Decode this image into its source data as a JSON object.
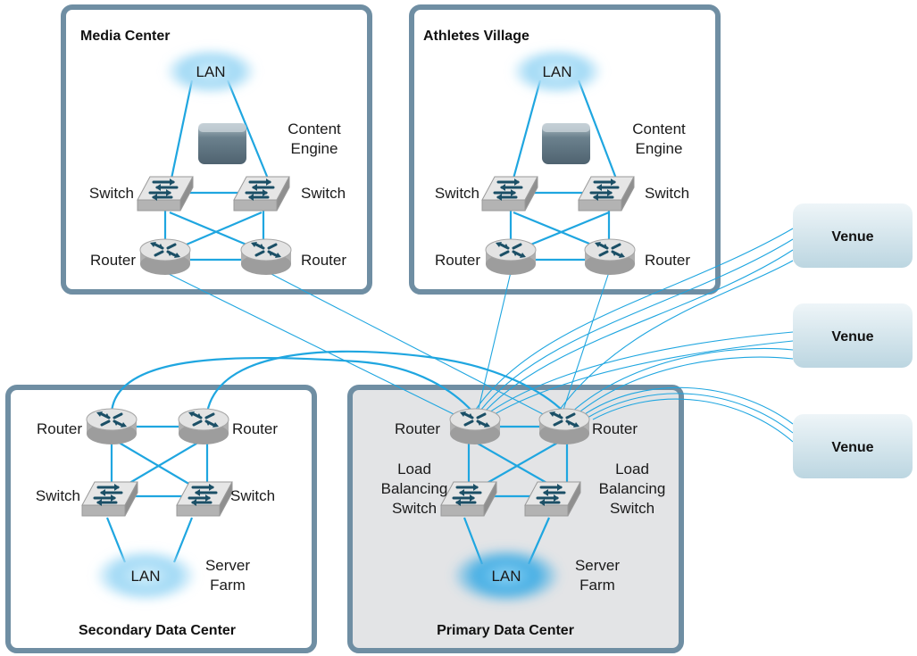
{
  "colors": {
    "link": "#1fa6e0",
    "box_border": "#6f8ea3",
    "primary_fill": "#e3e4e6",
    "venue_fill": "#cfe2ea",
    "cloud": "#8fd3f4",
    "device_top": "#d9d9d9",
    "device_side": "#a9a9a9",
    "device_arrow": "#1b4f66",
    "content_engine": "#5f7683"
  },
  "sites": {
    "media_center": {
      "title": "Media Center",
      "lan": "LAN",
      "content_engine": [
        "Content",
        "Engine"
      ],
      "switch_left": "Switch",
      "switch_right": "Switch",
      "router_left": "Router",
      "router_right": "Router"
    },
    "athletes_village": {
      "title": "Athletes Village",
      "lan": "LAN",
      "content_engine": [
        "Content",
        "Engine"
      ],
      "switch_left": "Switch",
      "switch_right": "Switch",
      "router_left": "Router",
      "router_right": "Router"
    },
    "secondary_dc": {
      "title": "Secondary Data Center",
      "router_left": "Router",
      "router_right": "Router",
      "switch_left": "Switch",
      "switch_right": "Switch",
      "lan": "LAN",
      "server_farm": [
        "Server",
        "Farm"
      ]
    },
    "primary_dc": {
      "title": "Primary Data Center",
      "router_left": "Router",
      "router_right": "Router",
      "lb_left": [
        "Load",
        "Balancing",
        "Switch"
      ],
      "lb_right": [
        "Load",
        "Balancing",
        "Switch"
      ],
      "lan": "LAN",
      "server_farm": [
        "Server",
        "Farm"
      ]
    }
  },
  "venues": [
    "Venue",
    "Venue",
    "Venue"
  ]
}
